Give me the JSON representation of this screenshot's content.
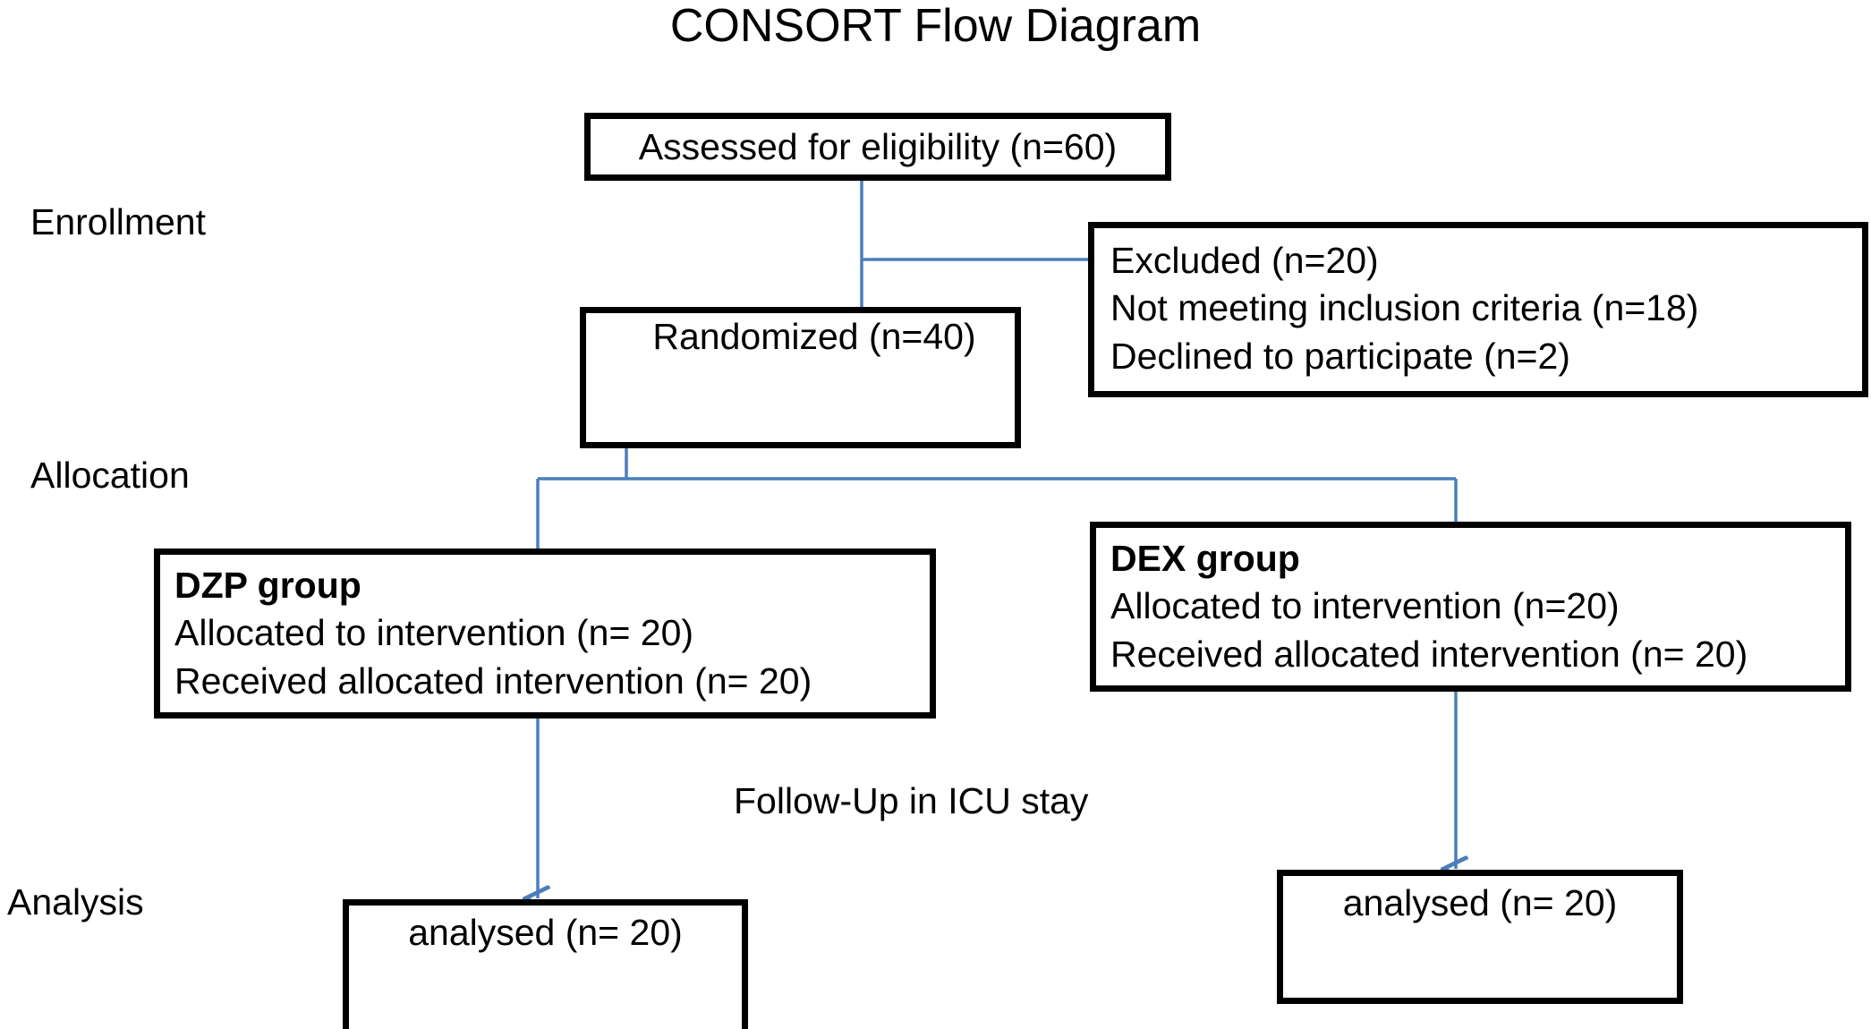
{
  "figure": {
    "title": "CONSORT Flow Diagram",
    "connector_color": "#4a7ebb",
    "box_border_color": "#000000",
    "background_color": "#ffffff"
  },
  "stage_labels": {
    "enrollment": "Enrollment",
    "allocation": "Allocation",
    "analysis": "Analysis"
  },
  "notes": {
    "followup": "Follow-Up in ICU stay"
  },
  "nodes": {
    "assessed": {
      "text": "Assessed for eligibility (n=60)"
    },
    "excluded": {
      "lines": [
        "Excluded (n=20)",
        "Not meeting inclusion criteria (n=18)",
        "Declined to participate (n=2)"
      ]
    },
    "randomized": {
      "text": "Randomized (n=40)"
    },
    "dzp": {
      "heading": "DZP group",
      "lines": [
        "Allocated to intervention (n= 20)",
        "Received allocated intervention (n= 20)"
      ]
    },
    "dex": {
      "heading": "DEX group",
      "lines": [
        "Allocated to intervention (n=20)",
        "Received allocated intervention (n= 20)"
      ]
    },
    "analysed_left": {
      "text": "analysed (n= 20)"
    },
    "analysed_right": {
      "text": "analysed (n= 20)"
    }
  },
  "chart_data": {
    "type": "diagram",
    "title": "CONSORT Flow Diagram",
    "flow": [
      {
        "stage": "Enrollment",
        "node": "Assessed for eligibility",
        "n": 60
      },
      {
        "stage": "Enrollment",
        "node": "Excluded",
        "n": 20,
        "reasons": [
          {
            "label": "Not meeting inclusion criteria",
            "n": 18
          },
          {
            "label": "Declined to participate",
            "n": 2
          }
        ]
      },
      {
        "stage": "Enrollment",
        "node": "Randomized",
        "n": 40
      },
      {
        "stage": "Allocation",
        "node": "DZP group allocated to intervention",
        "n": 20
      },
      {
        "stage": "Allocation",
        "node": "DZP group received allocated intervention",
        "n": 20
      },
      {
        "stage": "Allocation",
        "node": "DEX group allocated to intervention",
        "n": 20
      },
      {
        "stage": "Allocation",
        "node": "DEX group received allocated intervention",
        "n": 20
      },
      {
        "stage": "Follow-Up",
        "node": "Follow-Up in ICU stay",
        "n": null
      },
      {
        "stage": "Analysis",
        "node": "DZP group analysed",
        "n": 20
      },
      {
        "stage": "Analysis",
        "node": "DEX group analysed",
        "n": 20
      }
    ],
    "edges": [
      {
        "from": "Assessed for eligibility",
        "to": "Randomized"
      },
      {
        "from": "Assessed for eligibility",
        "to": "Excluded"
      },
      {
        "from": "Randomized",
        "to": "DZP group"
      },
      {
        "from": "Randomized",
        "to": "DEX group"
      },
      {
        "from": "DZP group",
        "to": "analysed (n= 20) left"
      },
      {
        "from": "DEX group",
        "to": "analysed (n= 20) right"
      }
    ]
  }
}
